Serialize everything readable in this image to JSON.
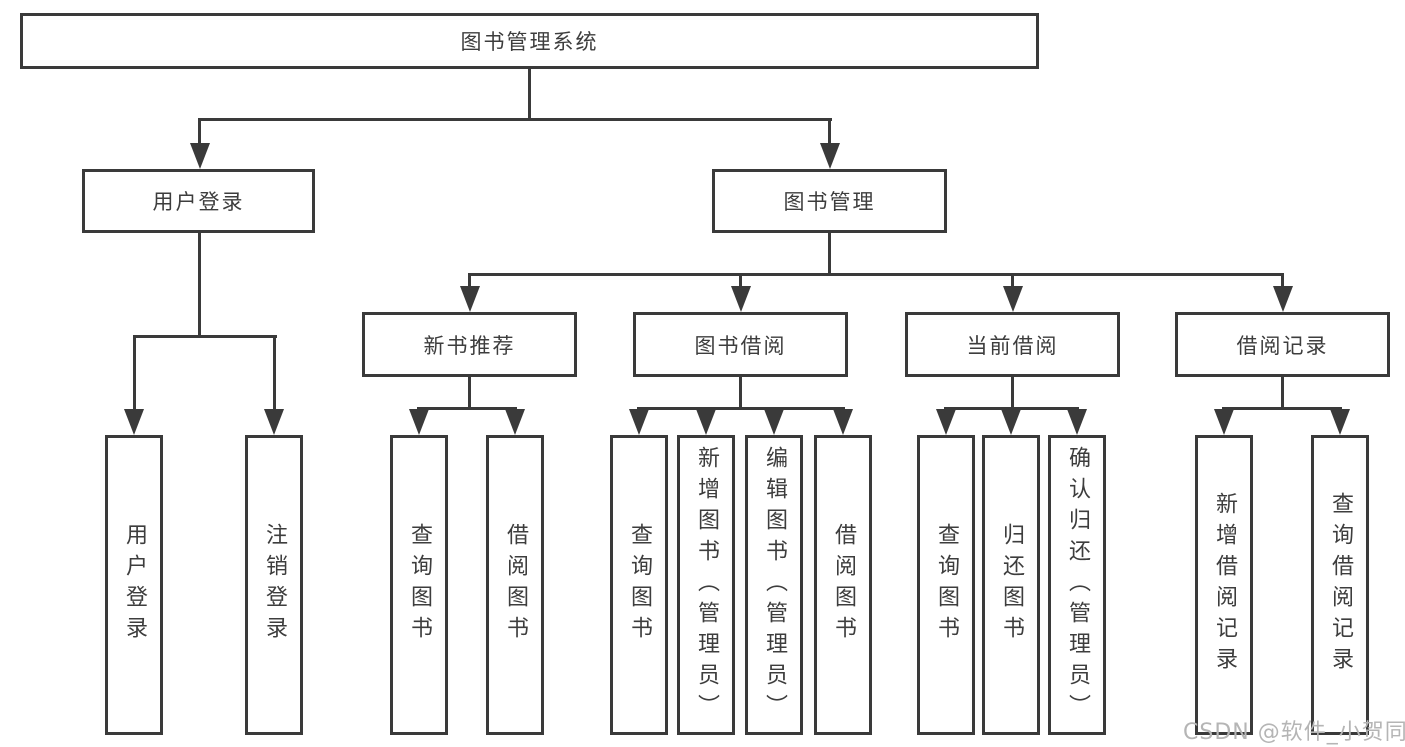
{
  "diagram": {
    "root": {
      "label": "图书管理系统"
    },
    "level2": [
      {
        "label": "用户登录"
      },
      {
        "label": "图书管理"
      }
    ],
    "level3": [
      {
        "label": "新书推荐"
      },
      {
        "label": "图书借阅"
      },
      {
        "label": "当前借阅"
      },
      {
        "label": "借阅记录"
      }
    ],
    "user_login_children": [
      {
        "label": "用户登录"
      },
      {
        "label": "注销登录"
      }
    ],
    "new_book_children": [
      {
        "label": "查询图书"
      },
      {
        "label": "借阅图书"
      }
    ],
    "book_borrow_children": [
      {
        "label": "查询图书"
      },
      {
        "label": "新增图书（管理员）"
      },
      {
        "label": "编辑图书（管理员）"
      },
      {
        "label": "借阅图书"
      }
    ],
    "current_borrow_children": [
      {
        "label": "查询图书"
      },
      {
        "label": "归还图书"
      },
      {
        "label": "确认归还（管理员）"
      }
    ],
    "borrow_record_children": [
      {
        "label": "新增借阅记录"
      },
      {
        "label": "查询借阅记录"
      }
    ]
  },
  "watermark": {
    "text": "CSDN @软件_小贺同学",
    "color": "#b5b5b5"
  },
  "colors": {
    "line": "#3a3a3a",
    "text": "#3d3d3d",
    "background": "#ffffff"
  }
}
